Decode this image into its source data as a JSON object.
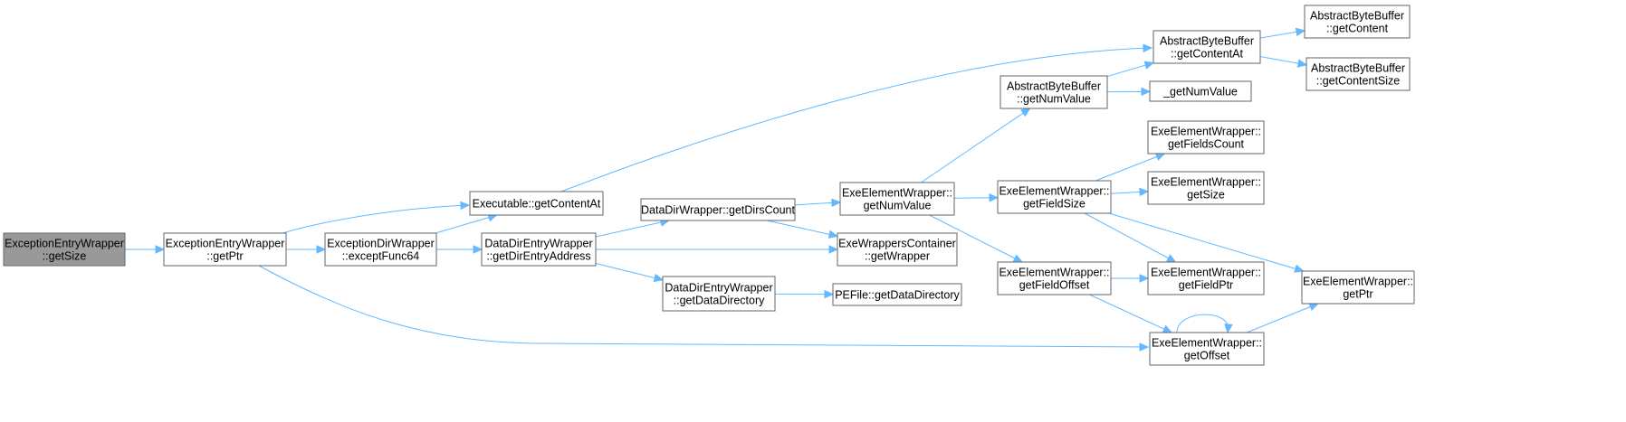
{
  "colors": {
    "edge": "#63b8ff",
    "node_border": "#666666",
    "root_fill": "#999999",
    "node_fill": "#ffffff"
  },
  "nodes": {
    "n0": [
      "ExceptionEntryWrapper",
      "::getSize"
    ],
    "n1": [
      "ExceptionEntryWrapper",
      "::getPtr"
    ],
    "n2": [
      "ExceptionDirWrapper",
      "::exceptFunc64"
    ],
    "n3": [
      "Executable::getContentAt"
    ],
    "n4": [
      "DataDirEntryWrapper",
      "::getDirEntryAddress"
    ],
    "n5": [
      "DataDirWrapper::getDirsCount"
    ],
    "n6": [
      "DataDirEntryWrapper",
      "::getDataDirectory"
    ],
    "n7": [
      "ExeElementWrapper::",
      "getNumValue"
    ],
    "n8": [
      "ExeWrappersContainer",
      "::getWrapper"
    ],
    "n9": [
      "PEFile::getDataDirectory"
    ],
    "n10": [
      "AbstractByteBuffer",
      "::getNumValue"
    ],
    "n11": [
      "ExeElementWrapper::",
      "getFieldSize"
    ],
    "n12": [
      "ExeElementWrapper::",
      "getFieldOffset"
    ],
    "n13": [
      "AbstractByteBuffer",
      "::getContentAt"
    ],
    "n14": [
      "_getNumValue"
    ],
    "n15": [
      "ExeElementWrapper::",
      "getFieldsCount"
    ],
    "n16": [
      "ExeElementWrapper::",
      "getSize"
    ],
    "n17": [
      "ExeElementWrapper::",
      "getFieldPtr"
    ],
    "n18": [
      "ExeElementWrapper::",
      "getOffset"
    ],
    "n19": [
      "AbstractByteBuffer",
      "::getContent"
    ],
    "n20": [
      "AbstractByteBuffer",
      "::getContentSize"
    ],
    "n21": [
      "ExeElementWrapper::",
      "getPtr"
    ]
  },
  "edges": [
    [
      "n0",
      "n1"
    ],
    [
      "n1",
      "n2"
    ],
    [
      "n1",
      "n3"
    ],
    [
      "n1",
      "n18"
    ],
    [
      "n2",
      "n3"
    ],
    [
      "n2",
      "n4"
    ],
    [
      "n3",
      "n13"
    ],
    [
      "n4",
      "n5"
    ],
    [
      "n4",
      "n8"
    ],
    [
      "n4",
      "n6"
    ],
    [
      "n5",
      "n7"
    ],
    [
      "n5",
      "n8"
    ],
    [
      "n6",
      "n9"
    ],
    [
      "n7",
      "n10"
    ],
    [
      "n7",
      "n11"
    ],
    [
      "n7",
      "n12"
    ],
    [
      "n10",
      "n13"
    ],
    [
      "n10",
      "n14"
    ],
    [
      "n11",
      "n15"
    ],
    [
      "n11",
      "n16"
    ],
    [
      "n11",
      "n17"
    ],
    [
      "n11",
      "n21"
    ],
    [
      "n12",
      "n17"
    ],
    [
      "n12",
      "n18"
    ],
    [
      "n13",
      "n19"
    ],
    [
      "n13",
      "n20"
    ],
    [
      "n18",
      "n18"
    ],
    [
      "n18",
      "n21"
    ]
  ]
}
